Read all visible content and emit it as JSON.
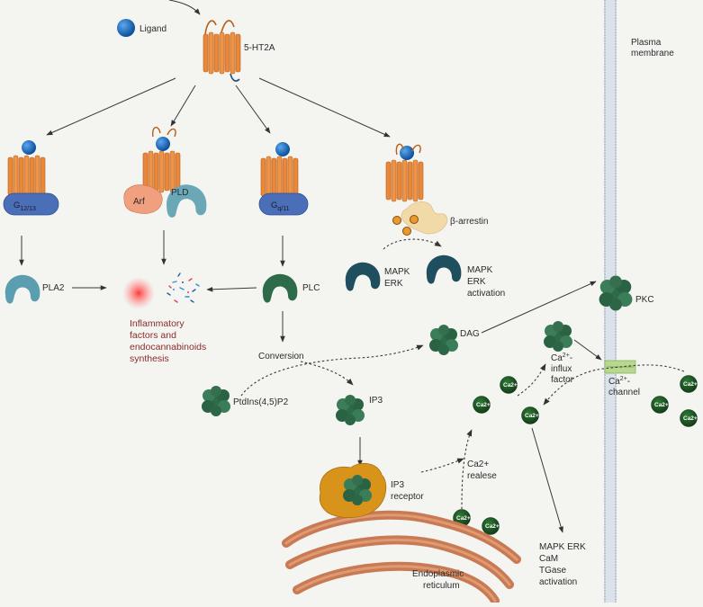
{
  "labels": {
    "ligand": "Ligand",
    "receptor": "5-HT2A",
    "membrane_line1": "Plasma",
    "membrane_line2": "membrane",
    "g1213": "G",
    "g1213_sub": "12/13",
    "arf": "Arf",
    "pld": "PLD",
    "gq11": "G",
    "gq11_sub": "q/11",
    "beta_arrestin": "β-arrestin",
    "mapk1_line1": "MAPK",
    "mapk1_line2": "ERK",
    "mapk2_line1": "MAPK",
    "mapk2_line2": "ERK",
    "mapk2_line3": "activation",
    "pla2": "PLA2",
    "plc": "PLC",
    "pkc": "PKC",
    "inflam_line1": "Inflammatory",
    "inflam_line2": "factors and",
    "inflam_line3": "endocannabinoids",
    "inflam_line4": "synthesis",
    "conversion": "Conversion",
    "dag": "DAG",
    "pip2": "PtdIns(4,5)P2",
    "ip3": "IP3",
    "ip3r_line1": "IP3",
    "ip3r_line2": "receptor",
    "ca_release_line1": "Ca2+",
    "ca_release_line2": "realese",
    "influx_line1": "Ca",
    "influx_sup": "2+",
    "influx_line1_tail": "-",
    "influx_line2": "influx",
    "influx_line3": "factor",
    "channel_line1": "Ca",
    "channel_sup": "2+",
    "channel_line1_tail": "-",
    "channel_line2": "channel",
    "out_line1": "MAPK ERK",
    "out_line2": "CaM",
    "out_line3": "TGase",
    "out_line4": "activation",
    "er_line1": "Endoplasmic",
    "er_line2": "reticulum",
    "ca_ion": "Ca2+"
  },
  "colors": {
    "receptor": "#e8883a",
    "ligand": "#1f6fc4",
    "g_protein": "#4a6fb8",
    "arf": "#f0a07e",
    "pld": "#6aa8b8",
    "teal_enzyme": "#5a9eb0",
    "green_protein": "#2e6b4a",
    "dark_teal": "#1f4e5e",
    "beta_arrestin": "#f2d9a8",
    "ca_ion": "#1e5b24",
    "er": "#c87a55",
    "membrane": "#b8c6d4",
    "channel": "#b8d890",
    "ip3r": "#d8941a",
    "inflam_text": "#8b2b2b",
    "red_dot": "#ff4040"
  }
}
